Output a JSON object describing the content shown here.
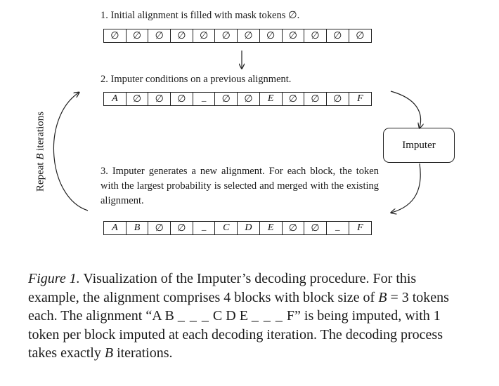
{
  "steps": [
    {
      "text": "1. Initial alignment is filled with mask tokens ∅."
    },
    {
      "text": "2. Imputer conditions on a previous alignment."
    },
    {
      "text": "3. Imputer generates a new alignment. For each block, the token with the largest probability is selected and merged with the existing alignment."
    }
  ],
  "rows": [
    [
      "∅",
      "∅",
      "∅",
      "∅",
      "∅",
      "∅",
      "∅",
      "∅",
      "∅",
      "∅",
      "∅",
      "∅"
    ],
    [
      "A",
      "∅",
      "∅",
      "∅",
      "_",
      "∅",
      "∅",
      "E",
      "∅",
      "∅",
      "∅",
      "F"
    ],
    [
      "A",
      "B",
      "∅",
      "∅",
      "_",
      "C",
      "D",
      "E",
      "∅",
      "∅",
      "_",
      "F"
    ]
  ],
  "imputer_label": "Imputer",
  "side_label": {
    "prefix": "Repeat ",
    "var": "B",
    "suffix": " iterations"
  },
  "caption": {
    "label": "Figure 1.",
    "part1": " Visualization of the Imputer’s decoding procedure. For this example, the alignment comprises 4 blocks with block size of ",
    "var_b": "B",
    "part2": " = 3 tokens each. The alignment “A B ",
    "blanks1": "_ _ _",
    "part3": " C D E ",
    "blanks2": "_ _ _",
    "part4": " F” is being imputed, with 1 token per block imputed at each decoding iteration. The decoding process takes exactly ",
    "var_b2": "B",
    "part5": " iterations."
  }
}
